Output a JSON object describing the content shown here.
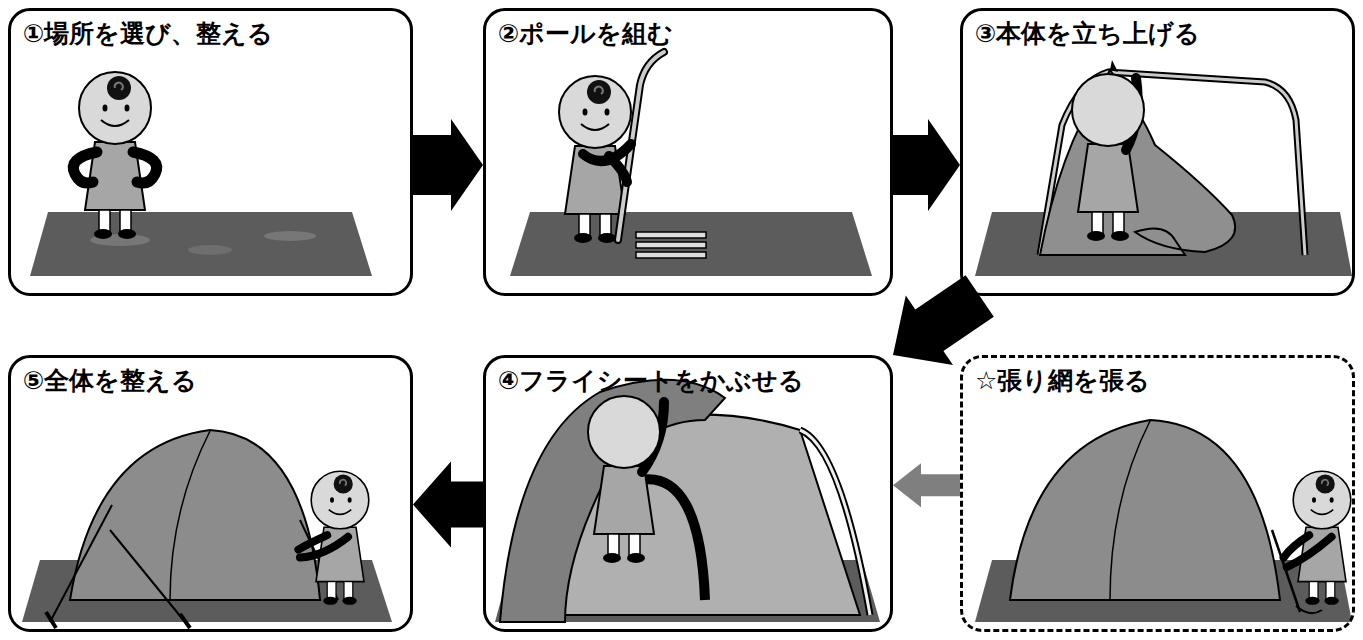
{
  "diagram": {
    "nodes": [
      {
        "text": [
          "①場所を選び、整える"
        ]
      },
      {
        "text": [
          "②ポールを組む"
        ]
      },
      {
        "text": [
          "③本体を立ち上げる"
        ]
      },
      {
        "text": [
          "④フライシートをかぶせる"
        ]
      },
      {
        "text": [
          "⑤全体を整える"
        ]
      },
      {
        "text": [
          "☆張り網を張る"
        ]
      }
    ],
    "edges": [
      {
        "from": 0,
        "to": 1,
        "arrow": "to"
      },
      {
        "from": 1,
        "to": 2,
        "arrow": "to"
      },
      {
        "from": 2,
        "to": 3,
        "arrow": "to"
      },
      {
        "from": 5,
        "to": 3,
        "arrow": "to"
      },
      {
        "from": 3,
        "to": 4,
        "arrow": "to"
      }
    ]
  }
}
